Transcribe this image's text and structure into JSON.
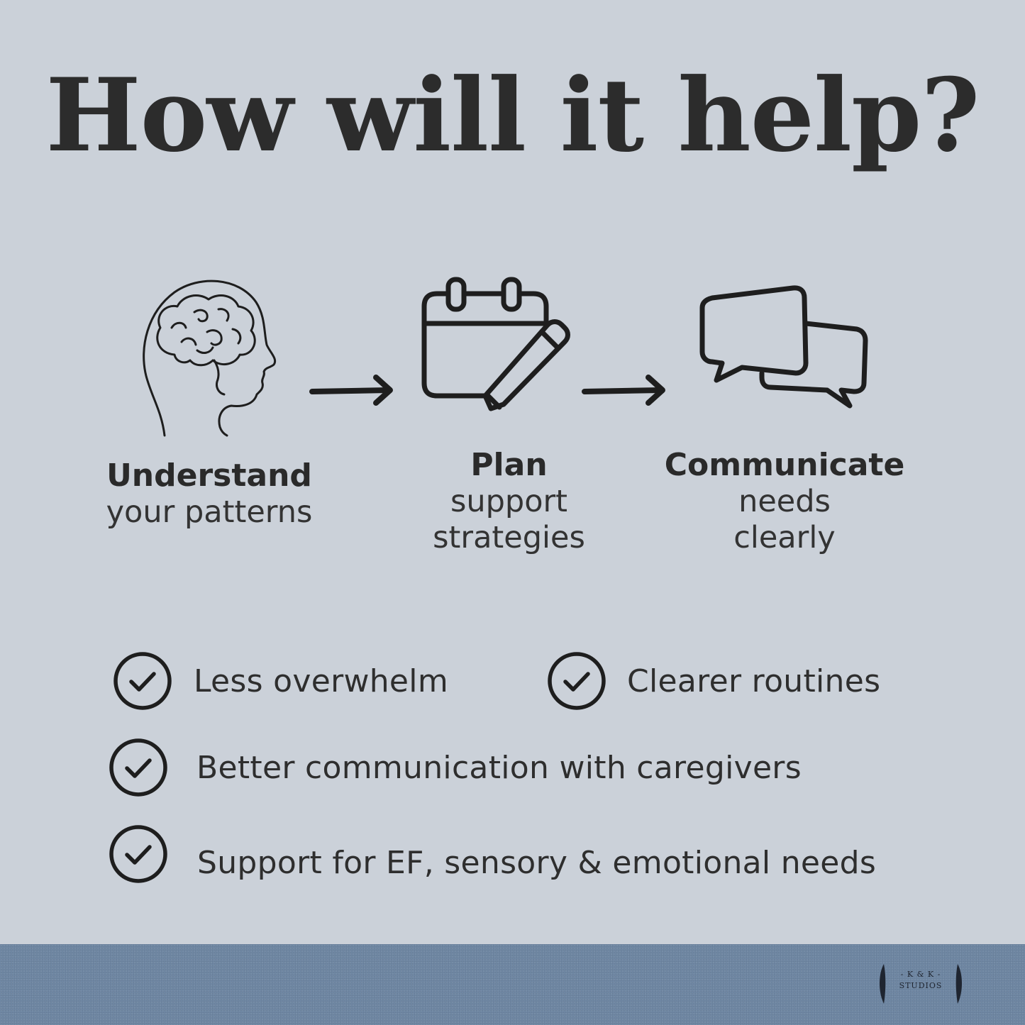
{
  "title": "How will it help?",
  "steps": [
    {
      "icon": "brain-head-icon",
      "bold": "Understand",
      "lines": [
        "your patterns"
      ]
    },
    {
      "icon": "calendar-pencil-icon",
      "bold": "Plan",
      "lines": [
        "support",
        "strategies"
      ]
    },
    {
      "icon": "speech-bubbles-icon",
      "bold": "Communicate",
      "lines": [
        "needs",
        "clearly"
      ]
    }
  ],
  "benefits": [
    "Less overwhelm",
    "Clearer routines",
    "Better communication with caregivers",
    "Support for EF, sensory & emotional needs"
  ],
  "logo": {
    "line1": "- K & K -",
    "line2": "STUDIOS"
  },
  "colors": {
    "background": "#cbd1d9",
    "footer": "#6f87a3",
    "ink": "#1e1e1e"
  }
}
